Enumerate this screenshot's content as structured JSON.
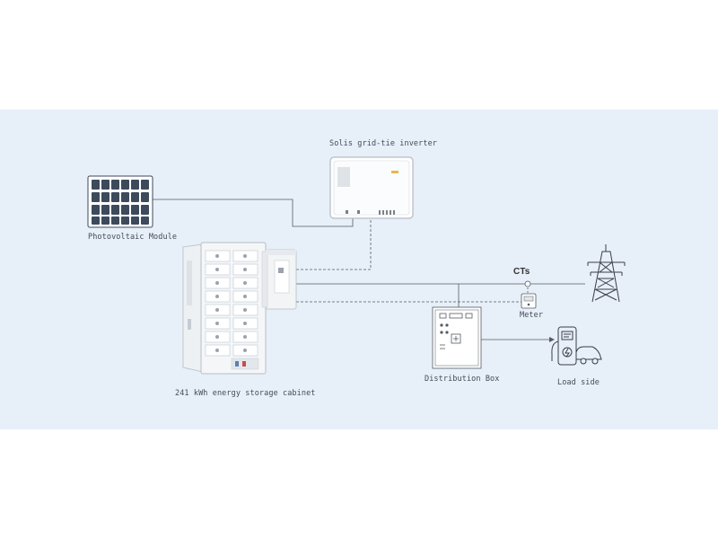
{
  "labels": {
    "inverter": "Solis grid-tie inverter",
    "pv_module": "Photovoltaic Module",
    "storage": "241 kWh energy storage cabinet",
    "cts": "CTs",
    "meter": "Meter",
    "distribution": "Distribution Box",
    "load": "Load side"
  },
  "colors": {
    "panel_bg": "#e7eff8",
    "line": "#555b63",
    "pv_cell": "#3c4a5c",
    "device": "#ffffff",
    "outline": "#9aa3ad"
  },
  "icons": {
    "pv": "solar-panel-icon",
    "inverter": "inverter-icon",
    "storage": "battery-cabinet-icon",
    "tower": "transmission-tower-icon",
    "meter": "meter-icon",
    "box": "distribution-box-icon",
    "charger": "ev-charger-icon"
  }
}
